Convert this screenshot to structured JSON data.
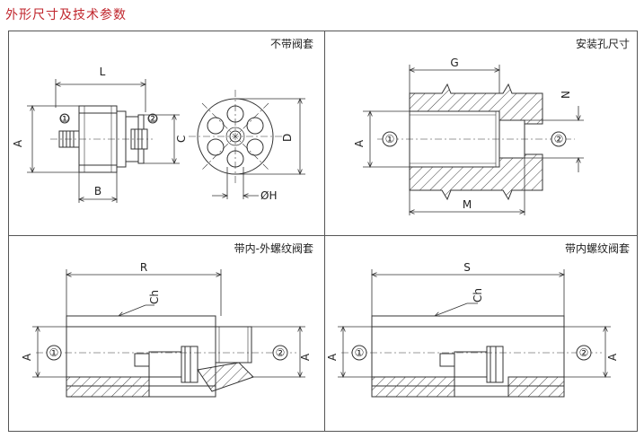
{
  "page_title": "外形尺寸及技术参数",
  "panels": {
    "top_left": {
      "label": "不带阀套",
      "dims": {
        "L": "L",
        "A": "A",
        "B": "B",
        "C": "C",
        "D": "D",
        "H": "ØH"
      },
      "port1": "①",
      "port2": "②"
    },
    "top_right": {
      "label": "安装孔尺寸",
      "dims": {
        "G": "G",
        "A": "A",
        "M": "M",
        "N": "N"
      },
      "port1": "①",
      "port2": "②"
    },
    "bottom_left": {
      "label": "带内-外螺纹阀套",
      "dims": {
        "R": "R",
        "Ch": "Ch",
        "A_left": "A",
        "A_right": "A"
      },
      "port1": "①",
      "port2": "②"
    },
    "bottom_right": {
      "label": "带内螺纹阀套",
      "dims": {
        "S": "S",
        "Ch": "Ch",
        "A_left": "A",
        "A_right": "A"
      },
      "port1": "①",
      "port2": "②"
    }
  },
  "colors": {
    "title": "#c0262d",
    "line": "#333333",
    "frame": "#555555"
  }
}
